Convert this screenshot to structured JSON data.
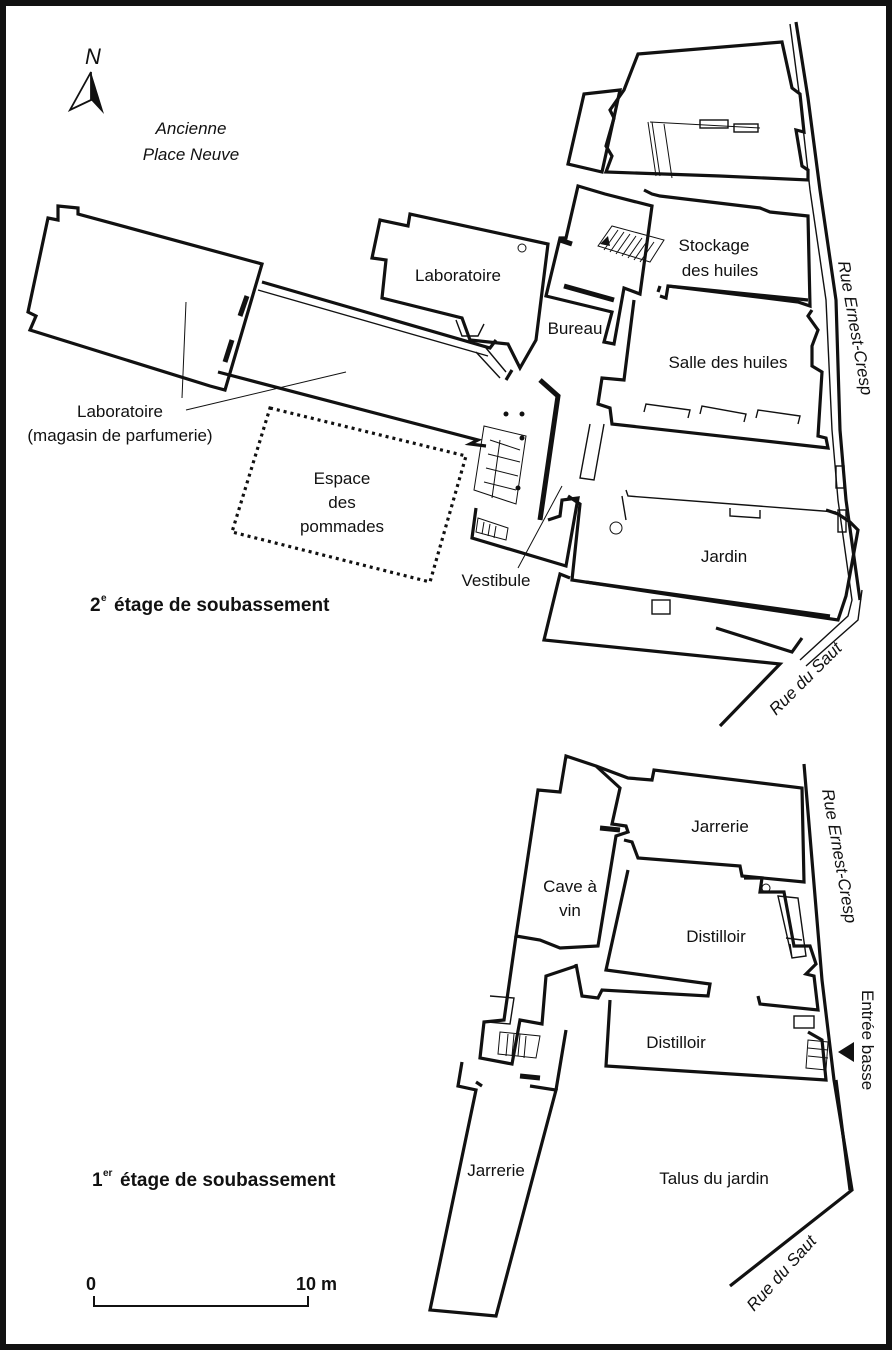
{
  "north": {
    "label": "N"
  },
  "labels": {
    "ancienne": "Ancienne",
    "place_neuve": "Place Neuve",
    "laboratoire_top": "Laboratoire",
    "stockage": "Stockage",
    "des_huiles": "des huiles",
    "bureau": "Bureau",
    "salle_huiles": "Salle des huiles",
    "laboratoire_left": "Laboratoire",
    "magasin": "(magasin de parfumerie)",
    "espace": "Espace",
    "des": "des",
    "pommades": "pommades",
    "vestibule": "Vestibule",
    "jardin": "Jardin",
    "rue_ernest_top": "Rue Ernest-Cresp",
    "rue_saut_top": "Rue du Saut",
    "jarrerie_top": "Jarrerie",
    "cave_a": "Cave à",
    "vin": "vin",
    "distilloir_upper": "Distilloir",
    "distilloir_lower": "Distilloir",
    "jarrerie_bottom": "Jarrerie",
    "talus": "Talus du jardin",
    "rue_ernest_bottom": "Rue Ernest-Cresp",
    "entree": "Entrée basse",
    "rue_saut_bottom": "Rue du Saut"
  },
  "floors": {
    "second_num": "2",
    "second_sup": "e",
    "second_text": "étage de soubassement",
    "first_num": "1",
    "first_sup": "er",
    "first_text": "étage de soubassement"
  },
  "scale": {
    "start": "0",
    "end": "10 m"
  }
}
